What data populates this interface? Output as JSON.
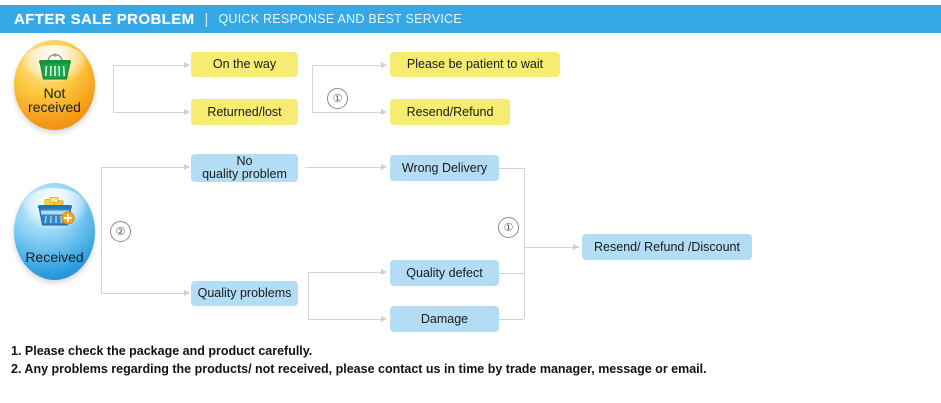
{
  "header": {
    "title": "AFTER SALE PROBLEM",
    "divider": "|",
    "subtitle": "QUICK RESPONSE AND BEST SERVICE",
    "bg_color": "#35a8e6",
    "text_color": "#ffffff"
  },
  "colors": {
    "yellow_box": "#f7ec72",
    "blue_box": "#b3ddf4",
    "connector": "#d4d4d4",
    "orange_orb": "#f59a17",
    "blue_orb": "#2f9fe0"
  },
  "flow": {
    "not_received": {
      "orb_label_line1": "Not",
      "orb_label_line2": "received",
      "icon": "shopping-basket-empty-icon",
      "stage1": [
        {
          "label": "On the way"
        },
        {
          "label": "Returned/lost"
        }
      ],
      "connector_marker": "①",
      "stage2": [
        {
          "label": "Please be patient to wait"
        },
        {
          "label": "Resend/Refund"
        }
      ]
    },
    "received": {
      "orb_label": "Received",
      "icon": "shopping-basket-full-icon",
      "connector_marker": "②",
      "stage1": [
        {
          "label": "No\nquality problem",
          "line1": "No",
          "line2": "quality problem"
        },
        {
          "label": "Quality problems"
        }
      ],
      "stage2": [
        {
          "label": "Wrong Delivery"
        },
        {
          "label": "Quality defect"
        },
        {
          "label": "Damage"
        }
      ],
      "collector_marker": "①",
      "outcome": {
        "label": "Resend/ Refund /Discount"
      }
    }
  },
  "footer": {
    "note1": "1. Please check the package and product carefully.",
    "note2": "2. Any problems regarding the products/ not received, please contact us in time by trade manager, message or email."
  }
}
